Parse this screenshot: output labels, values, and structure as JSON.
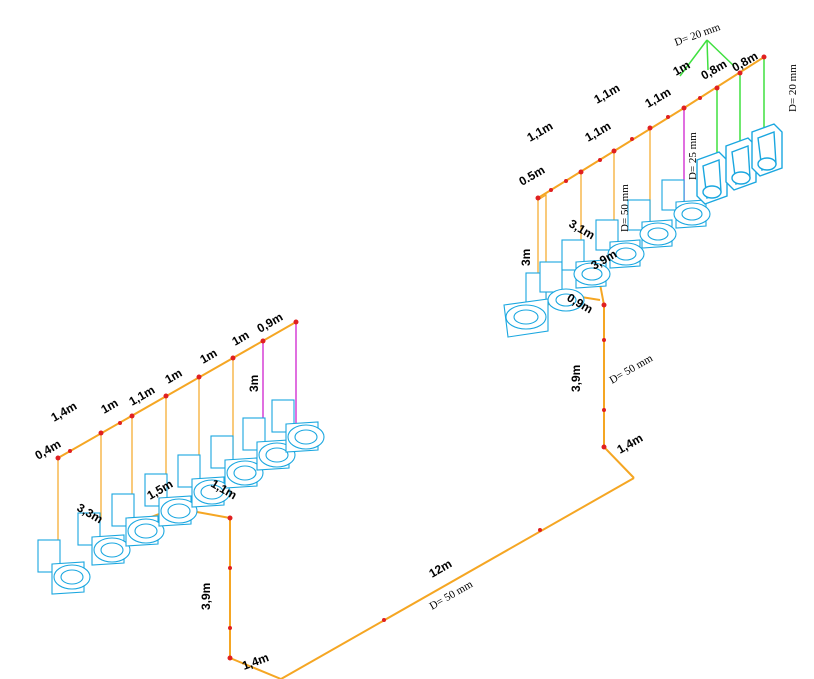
{
  "colors": {
    "pipe": "#F5A623",
    "vent": "#D63FD6",
    "urinal_line": "#3FE03F",
    "fixture": "#1AA7E0",
    "node": "#E02020"
  },
  "left_group": {
    "header_segments": [
      "0,4m",
      "1,4m",
      "1m",
      "1,1m",
      "1m",
      "1m",
      "1m",
      "0,9m"
    ],
    "riser_label": "3m",
    "collector_labels": [
      "3,3m",
      "1,5m",
      "1,1m"
    ],
    "drop_label": "3,9m",
    "base_label": "1,4m"
  },
  "main_run": {
    "length_label": "12m",
    "diameter_label": "D= 50 mm"
  },
  "right_group": {
    "header_segments": [
      "0.5m",
      "1,1m",
      "1,1m",
      "1,1m",
      "1,1m",
      "1m",
      "0,8m",
      "0,8m"
    ],
    "riser_label": "3m",
    "collector_labels": [
      "3,1m",
      "3,9m",
      "0,9m"
    ],
    "drop_label": "3,9m",
    "base_label": "1,4m",
    "diameter_vertical_50": "D= 50 mm",
    "diameter_vertical_25": "D= 25 mm",
    "diameter_top": "D= 20 mm",
    "diameter_right": "D= 20 mm",
    "riser_diameter": "D= 50 mm"
  }
}
